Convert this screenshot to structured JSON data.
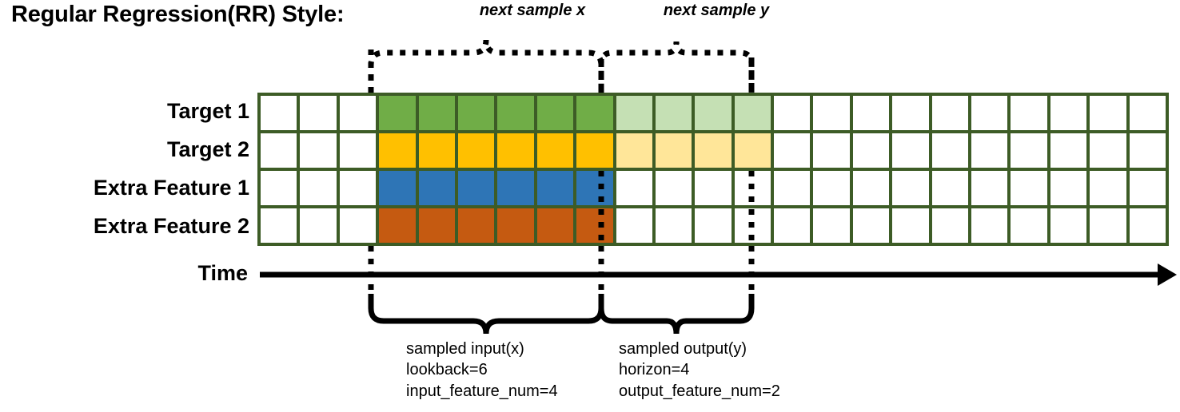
{
  "title": "Regular Regression(RR) Style:",
  "rows": [
    {
      "label": "Target 1",
      "name": "target-1"
    },
    {
      "label": "Target 2",
      "name": "target-2"
    },
    {
      "label": "Extra Feature 1",
      "name": "extra-feature-1"
    },
    {
      "label": "Extra Feature 2",
      "name": "extra-feature-2"
    }
  ],
  "axis": {
    "label": "Time"
  },
  "grid": {
    "columns": 23,
    "rows": 4,
    "input_start_col": 3,
    "input_end_col": 9,
    "output_start_col": 9,
    "output_end_col": 13,
    "cell_colors": [
      [
        "white",
        "white",
        "white",
        "green",
        "green",
        "green",
        "green",
        "green",
        "green",
        "green-light",
        "green-light",
        "green-light",
        "green-light",
        "white",
        "white",
        "white",
        "white",
        "white",
        "white",
        "white",
        "white",
        "white",
        "white"
      ],
      [
        "white",
        "white",
        "white",
        "yellow",
        "yellow",
        "yellow",
        "yellow",
        "yellow",
        "yellow",
        "yellow-light",
        "yellow-light",
        "yellow-light",
        "yellow-light",
        "white",
        "white",
        "white",
        "white",
        "white",
        "white",
        "white",
        "white",
        "white",
        "white"
      ],
      [
        "white",
        "white",
        "white",
        "blue",
        "blue",
        "blue",
        "blue",
        "blue",
        "blue",
        "white",
        "white",
        "white",
        "white",
        "white",
        "white",
        "white",
        "white",
        "white",
        "white",
        "white",
        "white",
        "white",
        "white"
      ],
      [
        "white",
        "white",
        "white",
        "orange",
        "orange",
        "orange",
        "orange",
        "orange",
        "orange",
        "white",
        "white",
        "white",
        "white",
        "white",
        "white",
        "white",
        "white",
        "white",
        "white",
        "white",
        "white",
        "white",
        "white"
      ]
    ]
  },
  "palette": {
    "green": "#70ad47",
    "green_light": "#c5e0b4",
    "yellow": "#ffc000",
    "yellow_light": "#ffe699",
    "blue": "#2e75b6",
    "orange": "#c55a11",
    "grid_border": "#3d5c26",
    "white": "#ffffff",
    "stroke": "#000000"
  },
  "top_annotations": [
    {
      "name": "next-sample-x",
      "label": "next sample x"
    },
    {
      "name": "next-sample-y",
      "label": "next sample y"
    }
  ],
  "bottom_annotations": [
    {
      "name": "sampled-input",
      "lines": [
        "sampled input(x)",
        "lookback=6",
        "input_feature_num=4"
      ]
    },
    {
      "name": "sampled-output",
      "lines": [
        "sampled output(y)",
        "horizon=4",
        "output_feature_num=2"
      ]
    }
  ]
}
